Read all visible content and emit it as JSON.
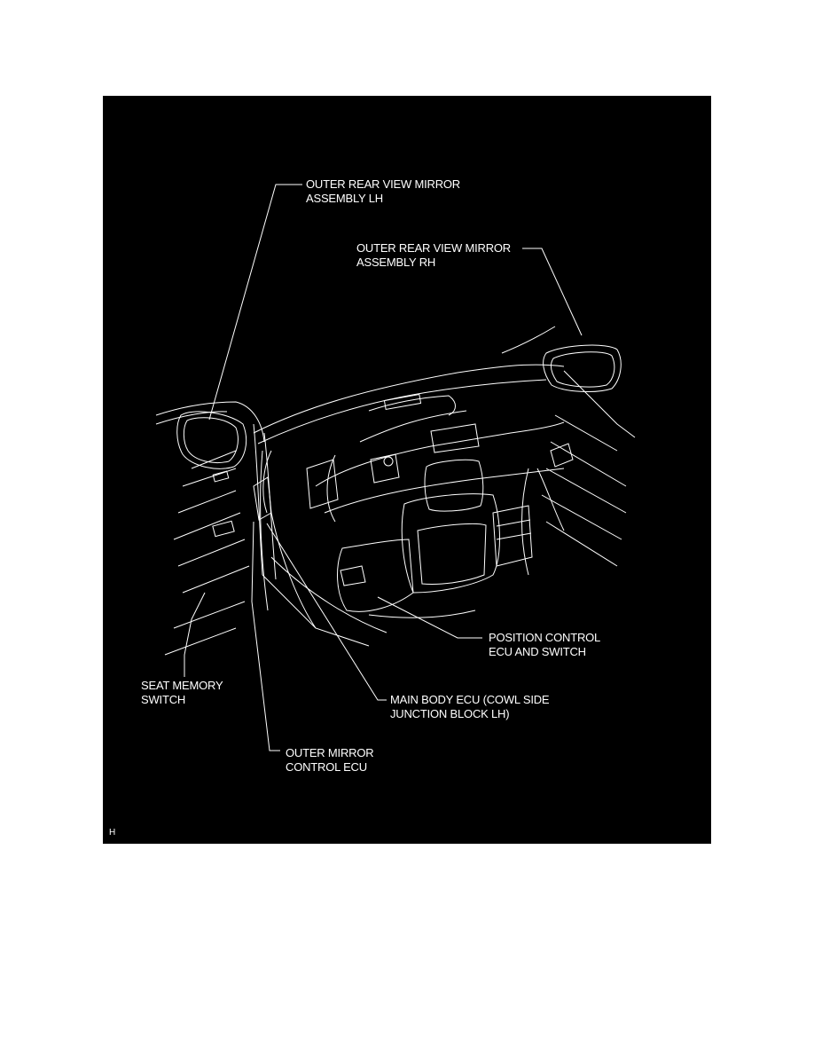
{
  "figure": {
    "background_color": "#000000",
    "line_color": "#ffffff",
    "corner_mark": "H",
    "callouts": [
      {
        "id": "outer-rear-view-mirror-lh",
        "lines": [
          "OUTER REAR VIEW MIRROR",
          "ASSEMBLY LH"
        ]
      },
      {
        "id": "outer-rear-view-mirror-rh",
        "lines": [
          "OUTER REAR VIEW MIRROR",
          "ASSEMBLY RH"
        ]
      },
      {
        "id": "position-control-ecu",
        "lines": [
          "POSITION CONTROL",
          "ECU AND SWITCH"
        ]
      },
      {
        "id": "seat-memory-switch",
        "lines": [
          "SEAT MEMORY",
          "SWITCH"
        ]
      },
      {
        "id": "main-body-ecu",
        "lines": [
          "MAIN BODY ECU (COWL SIDE",
          "JUNCTION BLOCK LH)"
        ]
      },
      {
        "id": "outer-mirror-control-ecu",
        "lines": [
          "OUTER MIRROR",
          "CONTROL ECU"
        ]
      }
    ]
  }
}
